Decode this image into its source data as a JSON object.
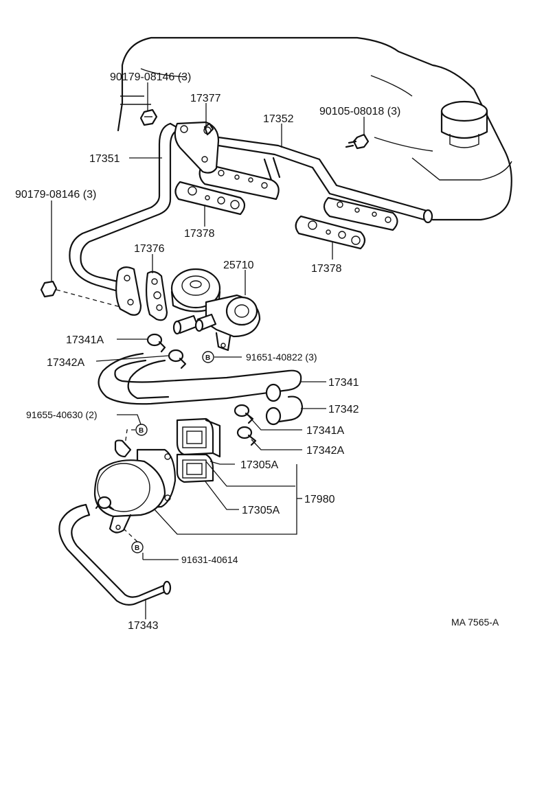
{
  "labels": {
    "p90179a": "90179-08146 (3)",
    "p17377": "17377",
    "p17352": "17352",
    "p90105": "90105-08018 (3)",
    "p17351": "17351",
    "p90179b": "90179-08146 (3)",
    "p17378a": "17378",
    "p17378b": "17378",
    "p17376": "17376",
    "p25710": "25710",
    "p17341A_top": "17341A",
    "p17342A_top": "17342A",
    "p91651": "91651-40822 (3)",
    "p17341": "17341",
    "p17342": "17342",
    "p91655": "91655-40630 (2)",
    "p17341A": "17341A",
    "p17342A": "17342A",
    "p17305A_a": "17305A",
    "p17980": "17980",
    "p17305A_b": "17305A",
    "p91631": "91631-40614",
    "p17343": "17343",
    "code": "MA  7565-A"
  },
  "markers": {
    "b_symbol": "B"
  }
}
